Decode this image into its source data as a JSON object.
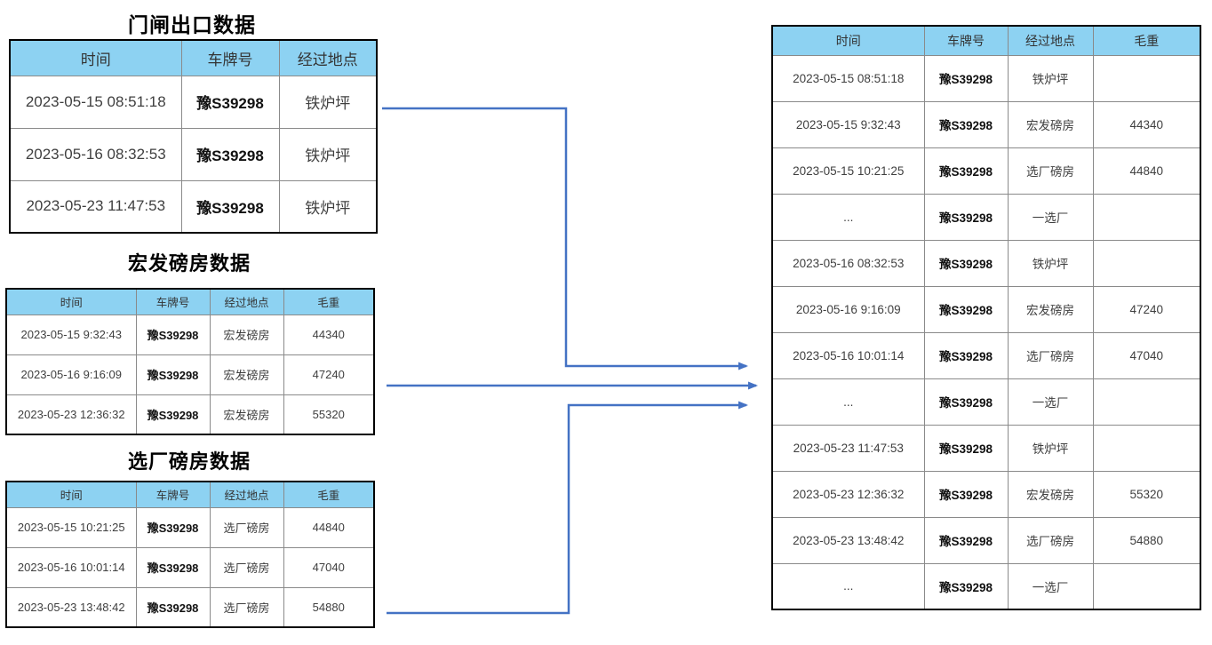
{
  "colors": {
    "header_bg": "#8DD2F2",
    "arrow": "#4472C4",
    "border_inner": "#8a8a8a",
    "border_outer": "#000000",
    "text_muted": "#3f3f3f",
    "text_dark": "#111111"
  },
  "tables": {
    "gate": {
      "title": "门闸出口数据",
      "columns": [
        "时间",
        "车牌号",
        "经过地点"
      ],
      "rows": [
        [
          "2023-05-15 08:51:18",
          "豫S39298",
          "铁炉坪"
        ],
        [
          "2023-05-16 08:32:53",
          "豫S39298",
          "铁炉坪"
        ],
        [
          "2023-05-23 11:47:53",
          "豫S39298",
          "铁炉坪"
        ]
      ]
    },
    "hongfa": {
      "title": "宏发磅房数据",
      "columns": [
        "时间",
        "车牌号",
        "经过地点",
        "毛重"
      ],
      "rows": [
        [
          "2023-05-15 9:32:43",
          "豫S39298",
          "宏发磅房",
          "44340"
        ],
        [
          "2023-05-16 9:16:09",
          "豫S39298",
          "宏发磅房",
          "47240"
        ],
        [
          "2023-05-23 12:36:32",
          "豫S39298",
          "宏发磅房",
          "55320"
        ]
      ]
    },
    "xuanchang": {
      "title": "选厂磅房数据",
      "columns": [
        "时间",
        "车牌号",
        "经过地点",
        "毛重"
      ],
      "rows": [
        [
          "2023-05-15 10:21:25",
          "豫S39298",
          "选厂磅房",
          "44840"
        ],
        [
          "2023-05-16 10:01:14",
          "豫S39298",
          "选厂磅房",
          "47040"
        ],
        [
          "2023-05-23 13:48:42",
          "豫S39298",
          "选厂磅房",
          "54880"
        ]
      ]
    },
    "merged": {
      "columns": [
        "时间",
        "车牌号",
        "经过地点",
        "毛重"
      ],
      "rows": [
        [
          "2023-05-15 08:51:18",
          "豫S39298",
          "铁炉坪",
          ""
        ],
        [
          "2023-05-15 9:32:43",
          "豫S39298",
          "宏发磅房",
          "44340"
        ],
        [
          "2023-05-15 10:21:25",
          "豫S39298",
          "选厂磅房",
          "44840"
        ],
        [
          "...",
          "豫S39298",
          "一选厂",
          ""
        ],
        [
          "2023-05-16 08:32:53",
          "豫S39298",
          "铁炉坪",
          ""
        ],
        [
          "2023-05-16 9:16:09",
          "豫S39298",
          "宏发磅房",
          "47240"
        ],
        [
          "2023-05-16 10:01:14",
          "豫S39298",
          "选厂磅房",
          "47040"
        ],
        [
          "...",
          "豫S39298",
          "一选厂",
          ""
        ],
        [
          "2023-05-23 11:47:53",
          "豫S39298",
          "铁炉坪",
          ""
        ],
        [
          "2023-05-23 12:36:32",
          "豫S39298",
          "宏发磅房",
          "55320"
        ],
        [
          "2023-05-23 13:48:42",
          "豫S39298",
          "选厂磅房",
          "54880"
        ],
        [
          "...",
          "豫S39298",
          "一选厂",
          ""
        ]
      ]
    }
  }
}
